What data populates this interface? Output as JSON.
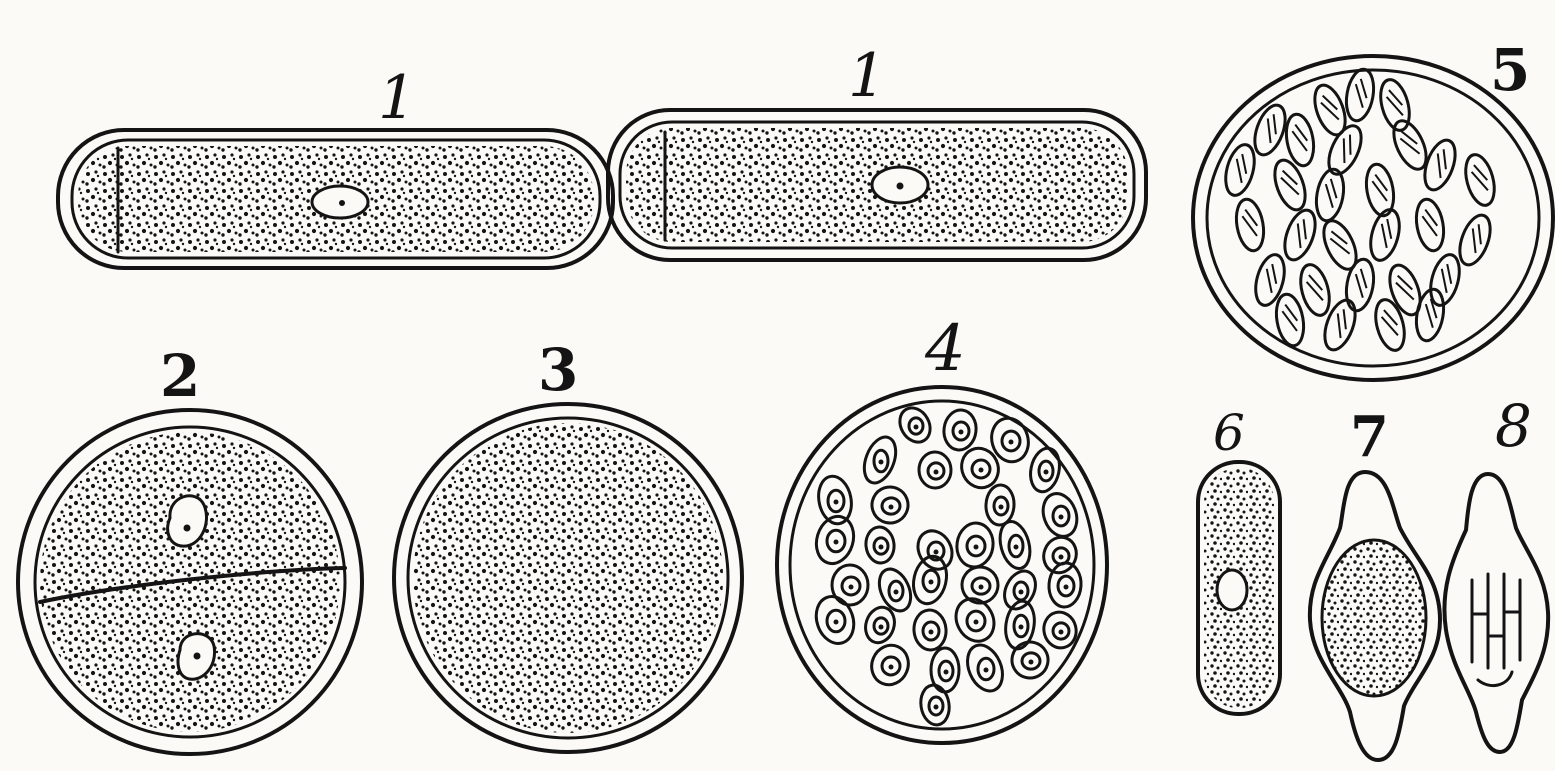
{
  "plate": {
    "ink_color": "#141414",
    "paper_color": "#fbfaf6"
  },
  "labels": {
    "fig1a": "1",
    "fig1b": "1",
    "fig2": "2",
    "fig3": "3",
    "fig4": "4",
    "fig5": "5",
    "fig6": "6",
    "fig7": "7",
    "fig8": "8"
  }
}
